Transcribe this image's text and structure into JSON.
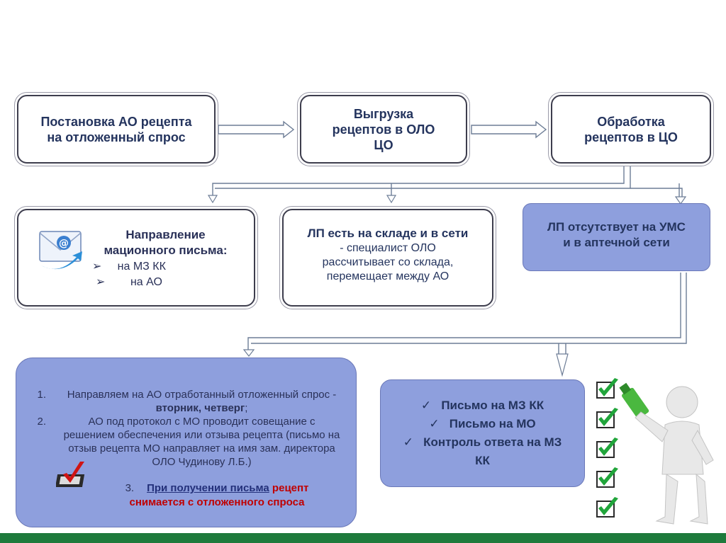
{
  "top_boxes": [
    {
      "text": "Постановка АО рецепта на отложенный спрос"
    },
    {
      "text": "Выгрузка рецептов в ОЛО ЦО"
    },
    {
      "text": "Обработка рецептов в ЦО"
    }
  ],
  "mid_left": {
    "title_line1": "Направление",
    "title_line2": "мационного письма:",
    "items": [
      "на МЗ КК",
      "на АО"
    ],
    "icon": "email-icon"
  },
  "mid_center": {
    "title": "ЛП есть на складе и в сети",
    "body_line1": "- специалист ОЛО",
    "body_line2": "рассчитывает со склада,",
    "body_line3": "перемещает между АО"
  },
  "mid_right": {
    "text": "ЛП отсутствует на УМС и в аптечной сети"
  },
  "bottom_left": {
    "steps": [
      {
        "num": "1.",
        "text": "Направляем на АО отработанный отложенный спрос - ",
        "bold": "вторник, четверг",
        "tail": ";"
      },
      {
        "num": "2.",
        "text": "АО под протокол с МО проводит совещание с решением обеспечения или отзыва рецепта (письмо на отзыв рецепта МО направляет на имя зам. директора ОЛО Чудинову Л.Б.)"
      }
    ],
    "step3_num": "3.",
    "step3_underlined": "При получении письма",
    "step3_red": " рецепт",
    "step3_rest": "снимается с отложенного спроса"
  },
  "bottom_right": {
    "items": [
      "Письмо на МЗ КК",
      "Письмо на МО",
      "Контроль ответа на МЗ КК"
    ]
  },
  "colors": {
    "frame_dark": "#3d3d4d",
    "blue_fill": "#8e9fdd",
    "text_navy": "#24345e",
    "green_bar": "#1e7a3c",
    "red_text": "#c00000"
  }
}
